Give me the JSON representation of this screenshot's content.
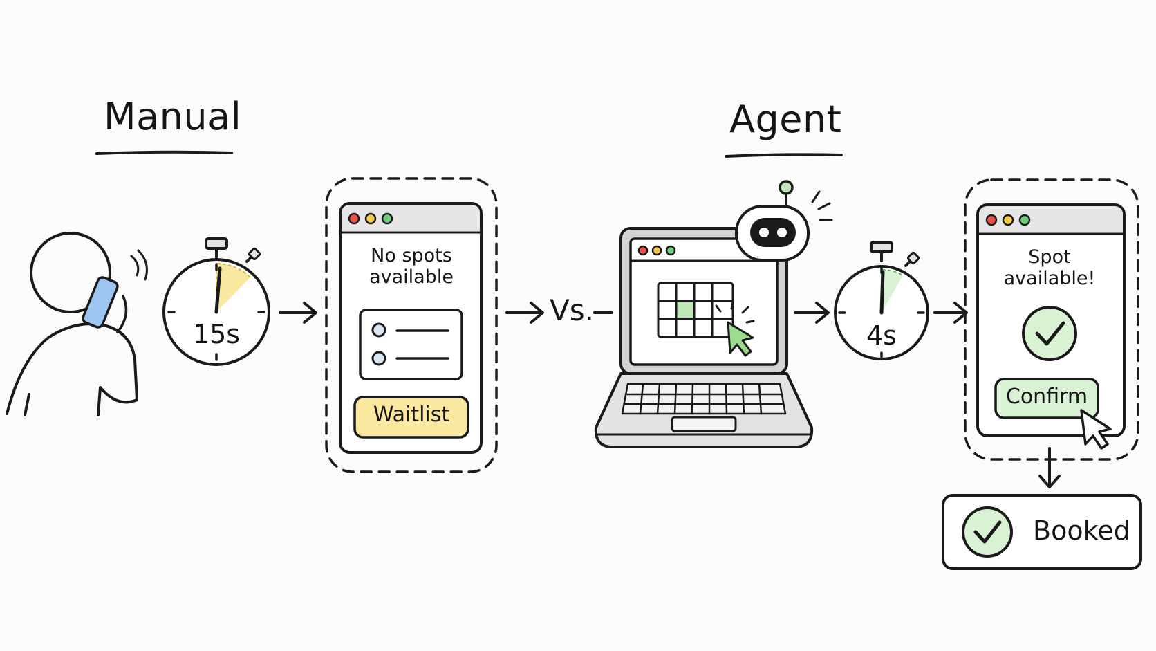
{
  "colors": {
    "ink": "#1a1a1a",
    "window_red": "#e8524a",
    "window_yellow": "#f2c94c",
    "window_green": "#6fcf7a",
    "yellow_fill": "#fbe8a0",
    "green_fill": "#d9f2d3",
    "green_stroke": "#3a8f3a",
    "phone_blue": "#9cc6f0",
    "gray_fill": "#e3e3e3"
  },
  "manual": {
    "heading": "Manual",
    "timer": {
      "label": "15s",
      "seconds": 15
    },
    "card": {
      "message": "No spots available",
      "button_label": "Waitlist",
      "list_items": 2
    }
  },
  "separator": {
    "label": "Vs."
  },
  "agent": {
    "heading": "Agent",
    "timer": {
      "label": "4s",
      "seconds": 4
    },
    "card": {
      "message": "Spot available!",
      "button_label": "Confirm"
    },
    "result": {
      "label": "Booked"
    }
  },
  "icons": [
    "person-on-phone-icon",
    "stopwatch-icon",
    "arrow-right-icon",
    "browser-window-icon",
    "laptop-icon",
    "robot-icon",
    "calendar-grid-icon",
    "cursor-icon",
    "check-circle-icon",
    "arrow-down-icon"
  ]
}
